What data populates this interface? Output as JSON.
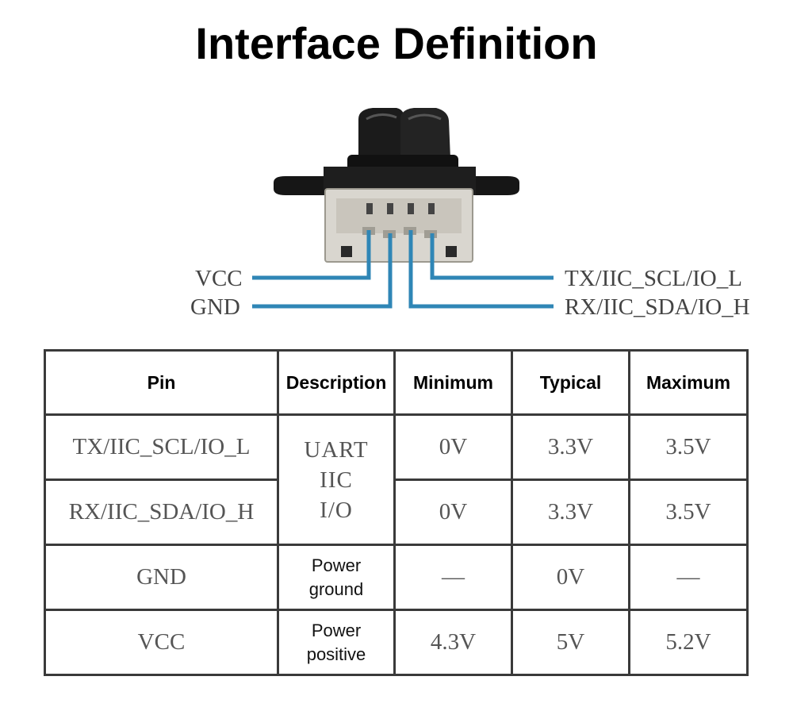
{
  "title": "Interface Definition",
  "pins": {
    "vcc": "VCC",
    "gnd": "GND",
    "tx": "TX/IIC_SCL/IO_L",
    "rx": "RX/IIC_SDA/IO_H"
  },
  "colors": {
    "wire": "#2f86b6",
    "connector": "#d9d6cf",
    "body": "#1a1a1a"
  },
  "table": {
    "headers": [
      "Pin",
      "Description",
      "Minimum",
      "Typical",
      "Maximum"
    ],
    "rows": [
      {
        "pin": "TX/IIC_SCL/IO_L",
        "min": "0V",
        "typ": "3.3V",
        "max": "3.5V"
      },
      {
        "pin": "RX/IIC_SDA/IO_H",
        "min": "0V",
        "typ": "3.3V",
        "max": "3.5V"
      },
      {
        "pin": "GND",
        "desc": [
          "Power",
          "ground"
        ],
        "min": "—",
        "typ": "0V",
        "max": "—"
      },
      {
        "pin": "VCC",
        "desc": [
          "Power",
          "positive"
        ],
        "min": "4.3V",
        "typ": "5V",
        "max": "5.2V"
      }
    ],
    "shared_desc": [
      "UART",
      "IIC",
      "I/O"
    ]
  }
}
